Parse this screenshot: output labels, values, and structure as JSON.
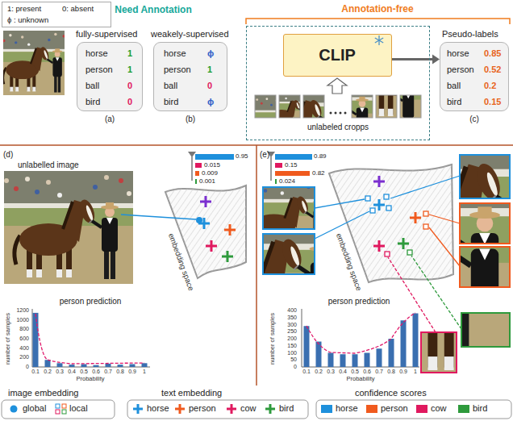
{
  "diagram": {
    "nodes": [
      {
        "text": [
          "1: present",
          "0: absent",
          "ϕ : unknown"
        ]
      },
      {
        "text": [
          "fully-supervised",
          "horse",
          "1",
          "person",
          "1",
          "ball",
          "0",
          "bird",
          "0"
        ]
      },
      {
        "text": [
          "weakely-supervised",
          "horse",
          "ϕ",
          "person",
          "1",
          "ball",
          "0",
          "bird",
          "ϕ"
        ]
      },
      {
        "text": [
          "unlabeled cropps"
        ]
      },
      {
        "text": [
          "CLIP"
        ],
        "in": 3
      },
      {
        "text": [
          "Pseudo-labels",
          "horse",
          "0.85",
          "person",
          "0.52",
          "ball",
          "0.2",
          "bird",
          "0.15"
        ]
      }
    ],
    "edges": [
      {
        "from": 4,
        "to": 5,
        "arrow": "to"
      }
    ],
    "labels": [
      "Need Annotation",
      "Annotation-free",
      "(a)",
      "(b)",
      "(c)",
      "(d)",
      "unlabelled image",
      "0.95",
      "0.015",
      "0.009",
      "0.001",
      "embedding space",
      "person prediction",
      "0",
      "200",
      "400",
      "600",
      "800",
      "1000",
      "1200",
      "0.1",
      "0.2",
      "0.3",
      "0.4",
      "0.5",
      "0.6",
      "0.7",
      "0.8",
      "0.9",
      "1",
      "number of samples",
      "Probability",
      "(e)",
      "0.89",
      "0.15",
      "0.82",
      "0.024",
      "embedding space",
      "person prediction",
      "0",
      "50",
      "100",
      "150",
      "200",
      "250",
      "300",
      "350",
      "400",
      "0.1",
      "0.2",
      "0.3",
      "0.4",
      "0.5",
      "0.6",
      "0.7",
      "0.8",
      "0.9",
      "1",
      "number of samples",
      "Probability",
      "image embedding",
      "text embedding",
      "confidence scores"
    ],
    "legend": [
      {
        "text": "global"
      },
      {
        "text": "local"
      },
      {
        "text": "horse"
      },
      {
        "text": "person"
      },
      {
        "text": "cow"
      },
      {
        "text": "bird"
      },
      {
        "text": "horse",
        "color": "#1e90dc"
      },
      {
        "text": "person",
        "color": "#f05a1e"
      },
      {
        "text": "cow",
        "color": "#e0195f"
      },
      {
        "text": "bird",
        "color": "#2e9a3c"
      }
    ]
  }
}
